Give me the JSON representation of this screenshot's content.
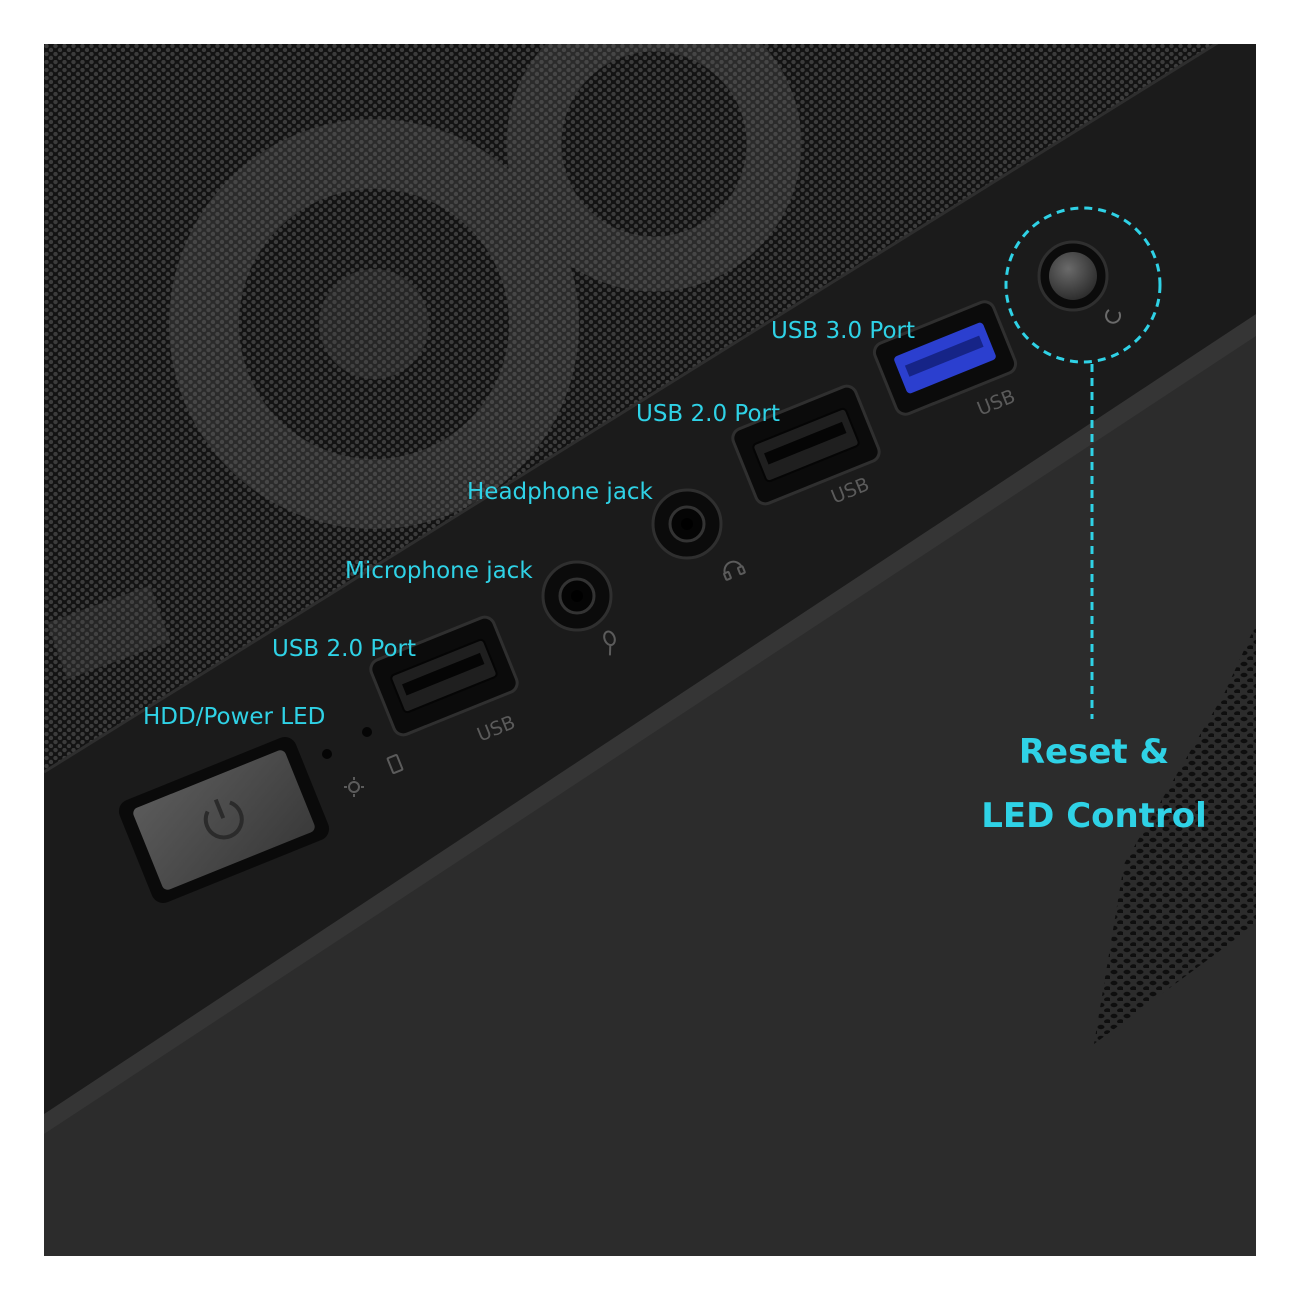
{
  "colors": {
    "accent": "#2fd2e6",
    "usb3_insert": "#2b3fcf",
    "panel": "#1b1b1b",
    "side_panel": "#2c2c2c"
  },
  "labels": {
    "usb30_port": "USB 3.0 Port",
    "usb20_port_top": "USB 2.0 Port",
    "headphone_jack": "Headphone jack",
    "microphone_jack": "Microphone jack",
    "usb20_port_bottom": "USB 2.0 Port",
    "hdd_power_led": "HDD/Power LED",
    "callout_line1": "Reset &",
    "callout_line2": "LED Control"
  },
  "port_stamps": {
    "usb": "USB"
  },
  "icons": {
    "power_button": "power-icon",
    "reset_button": "reset-icon",
    "power_led": "sun-led-icon",
    "hdd_led": "drive-icon",
    "microphone": "microphone-icon",
    "headphone": "headphone-icon"
  }
}
